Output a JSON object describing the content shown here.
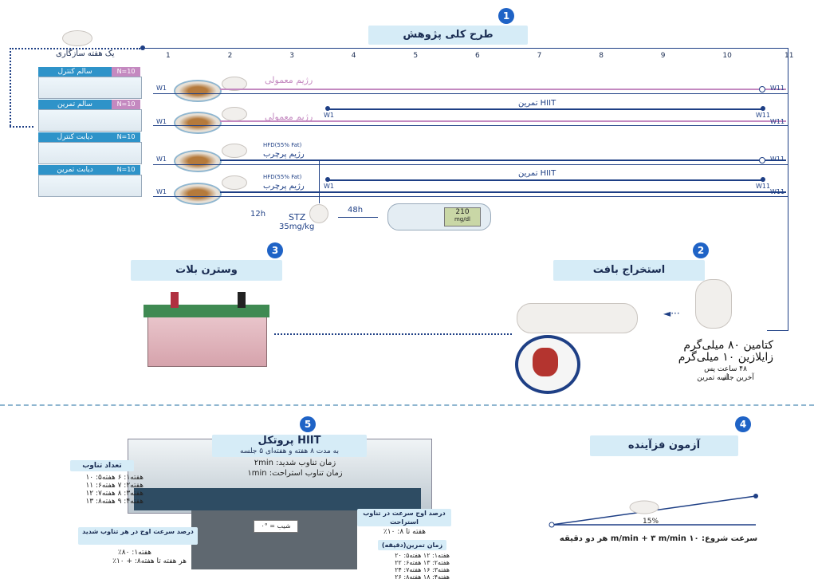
{
  "sections": {
    "design": {
      "num": "1",
      "title": "طرح کلی پژوهش"
    },
    "tissue": {
      "num": "2",
      "title": "استخراج بافت"
    },
    "western": {
      "num": "3",
      "title": "وسترن بلات"
    },
    "test": {
      "num": "4",
      "title": "آزمون فزآینده"
    },
    "hiit": {
      "num": "5",
      "title": "پروتکل HIIT",
      "subtitle": "به مدت ۸ هفته و هفته‌ای ۵ جلسه"
    }
  },
  "timeline": {
    "adapt_label": "یک هفته سازگاری",
    "ticks": [
      "1",
      "2",
      "3",
      "4",
      "5",
      "6",
      "7",
      "8",
      "9",
      "10",
      "11"
    ]
  },
  "groups": [
    {
      "name": "سالم کنترل",
      "n": "N=10"
    },
    {
      "name": "سالم تمرین",
      "n": "N=10"
    },
    {
      "name": "دیابت کنترل",
      "n": "N=10"
    },
    {
      "name": "دیابت تمرین",
      "n": "N=10"
    }
  ],
  "rows": {
    "normal_diet": "رژیم معمولی",
    "hfd_note": "HFD(55% Fat)",
    "hfd_diet": "رژیم پرچرب",
    "hiit": "تمرین HIIT",
    "w1": "W1",
    "w11": "W11"
  },
  "stz": {
    "t12": "12h",
    "name": "STZ",
    "dose": "35mg/kg",
    "t48": "48h",
    "meter": "210",
    "unit": "mg/dl"
  },
  "anesthesia": {
    "line1": "کتامین ۸۰ میلی‌گرم",
    "line2": "زایلازین ۱۰ میلی‌گرم",
    "note1": "۴۸ ساعت پس از",
    "note2": "آخرین جلسه تمرین"
  },
  "protocol": {
    "high": "زمان تناوب شدید: ۲min",
    "rest": "زمان تناوب استراحت: ۱min",
    "count_title": "تعداد تناوب",
    "counts": [
      "هفته۱: ۶   هفته۵: ۱۰",
      "هفته۲: ۷   هفته۶: ۱۱",
      "هفته۳: ۸   هفته۷: ۱۲",
      "هفته۴: ۹   هفته۸: ۱۳"
    ],
    "slope": "شیب = °۰",
    "peak_high_title": "درصد سرعت اوج در هر تناوب شدید",
    "peak_high_1": "هفته۱: ۸۰٪",
    "peak_high_2": "هر هفته تا هفته۸: + ۱۰٪",
    "peak_rest_title": "درصد اوج سرعت در تناوب استراحت",
    "peak_rest_1": "هفته تا ۸: ۱۰٪",
    "duration_title": "زمان تمرین(دقیقه)",
    "durations": [
      "هفته۱: ۱۲   هفته۵: ۲۰",
      "هفته۲: ۱۳   هفته۶: ۲۲",
      "هفته۳: ۱۶   هفته۷: ۲۴",
      "هفته۴: ۱۸   هفته۸: ۲۶"
    ]
  },
  "incremental": {
    "slope": "15%",
    "formula": "سرعت شروع: ۱۰ m/min + ۳ m/min هر دو دقیقه"
  },
  "colors": {
    "accent": "#1f63c6",
    "line": "#1e3f85",
    "titlebg": "#d6ecf7",
    "cage": "#2e93c9",
    "nbox": "#c489c0"
  }
}
